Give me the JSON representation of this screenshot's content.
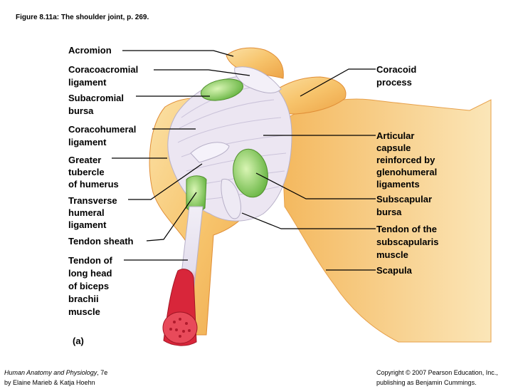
{
  "figure_title": "Figure 8.11a:  The shoulder joint, p. 269.",
  "labels_left": {
    "acromion": "Acromion",
    "coracoacromial_ligament": "Coracoacromial\nligament",
    "subacromial_bursa": "Subacromial\nbursa",
    "coracohumeral_ligament": "Coracohumeral\nligament",
    "greater_tubercle": "Greater\ntubercle\nof humerus",
    "transverse_humeral_ligament": "Transverse\nhumeral\nligament",
    "tendon_sheath": "Tendon sheath",
    "tendon_long_head_biceps": "Tendon of\nlong head\nof biceps\nbrachii\nmuscle"
  },
  "labels_right": {
    "coracoid_process": "Coracoid\nprocess",
    "articular_capsule": "Articular\ncapsule\nreinforced by\nglenohumeral\nligaments",
    "subscapular_bursa": "Subscapular\nbursa",
    "tendon_subscapularis": "Tendon of the\nsubscapularis\nmuscle",
    "scapula": "Scapula"
  },
  "panel_label": "(a)",
  "footer": {
    "book_title": "Human Anatomy and Physiology",
    "edition": ", 7e",
    "authors": "by Elaine Marieb & Katja Hoehn",
    "copyright_line1": "Copyright © 2007 Pearson Education, Inc.,",
    "copyright_line2": "publishing as Benjamin Cummings."
  },
  "colors": {
    "bone": "#f7c46c",
    "bone_edge": "#e79a3c",
    "ligament": "#ece6f2",
    "bursa": "#8fd14f",
    "muscle": "#d8263a",
    "leader": "#000000"
  }
}
